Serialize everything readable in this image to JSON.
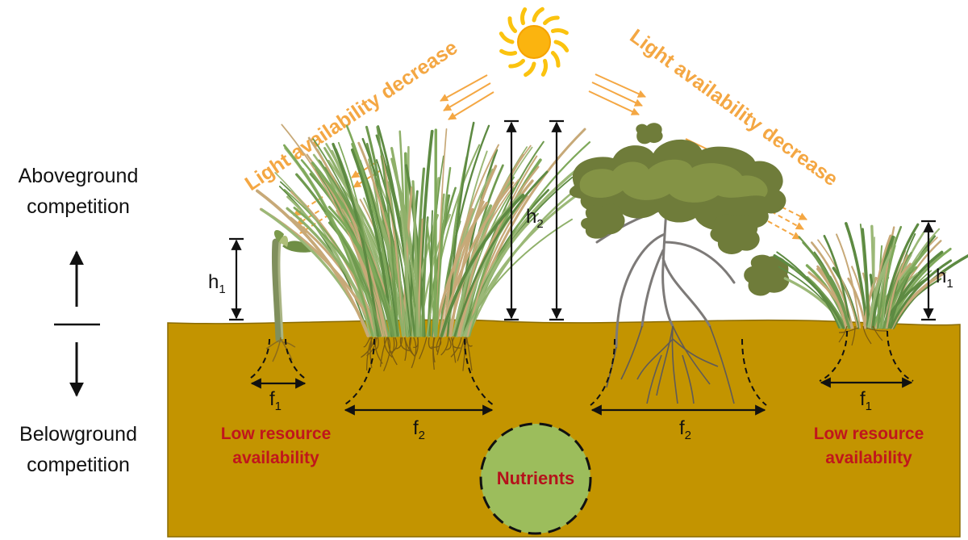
{
  "labels": {
    "aboveground_line1": "Aboveground",
    "aboveground_line2": "competition",
    "belowground_line1": "Belowground",
    "belowground_line2": "competition",
    "light_left": "Light availability decrease",
    "light_right": "Light availability decrease",
    "nutrients": "Nutrients",
    "low_resource_left_line1": "Low resource",
    "low_resource_left_line2": "availability",
    "low_resource_right_line1": "Low resource",
    "low_resource_right_line2": "availability"
  },
  "dimensions": {
    "h1_left": {
      "base": "h",
      "sub": "1"
    },
    "h2": {
      "base": "h",
      "sub": "2"
    },
    "h1_right": {
      "base": "h",
      "sub": "1"
    },
    "f1_left": {
      "base": "f",
      "sub": "1"
    },
    "f2_left": {
      "base": "f",
      "sub": "2"
    },
    "f2_right": {
      "base": "f",
      "sub": "2"
    },
    "f1_right": {
      "base": "f",
      "sub": "1"
    }
  },
  "colors": {
    "soil": "#c39400",
    "light_accent": "#f4a743",
    "sun": "#fbc30f",
    "resource_text": "#c0161c",
    "nutrient_fill": "#9cbd5c",
    "grass": "#6f9a4f",
    "tree_canopy": "#6f7c3a",
    "roots": "#8b6a1a"
  }
}
